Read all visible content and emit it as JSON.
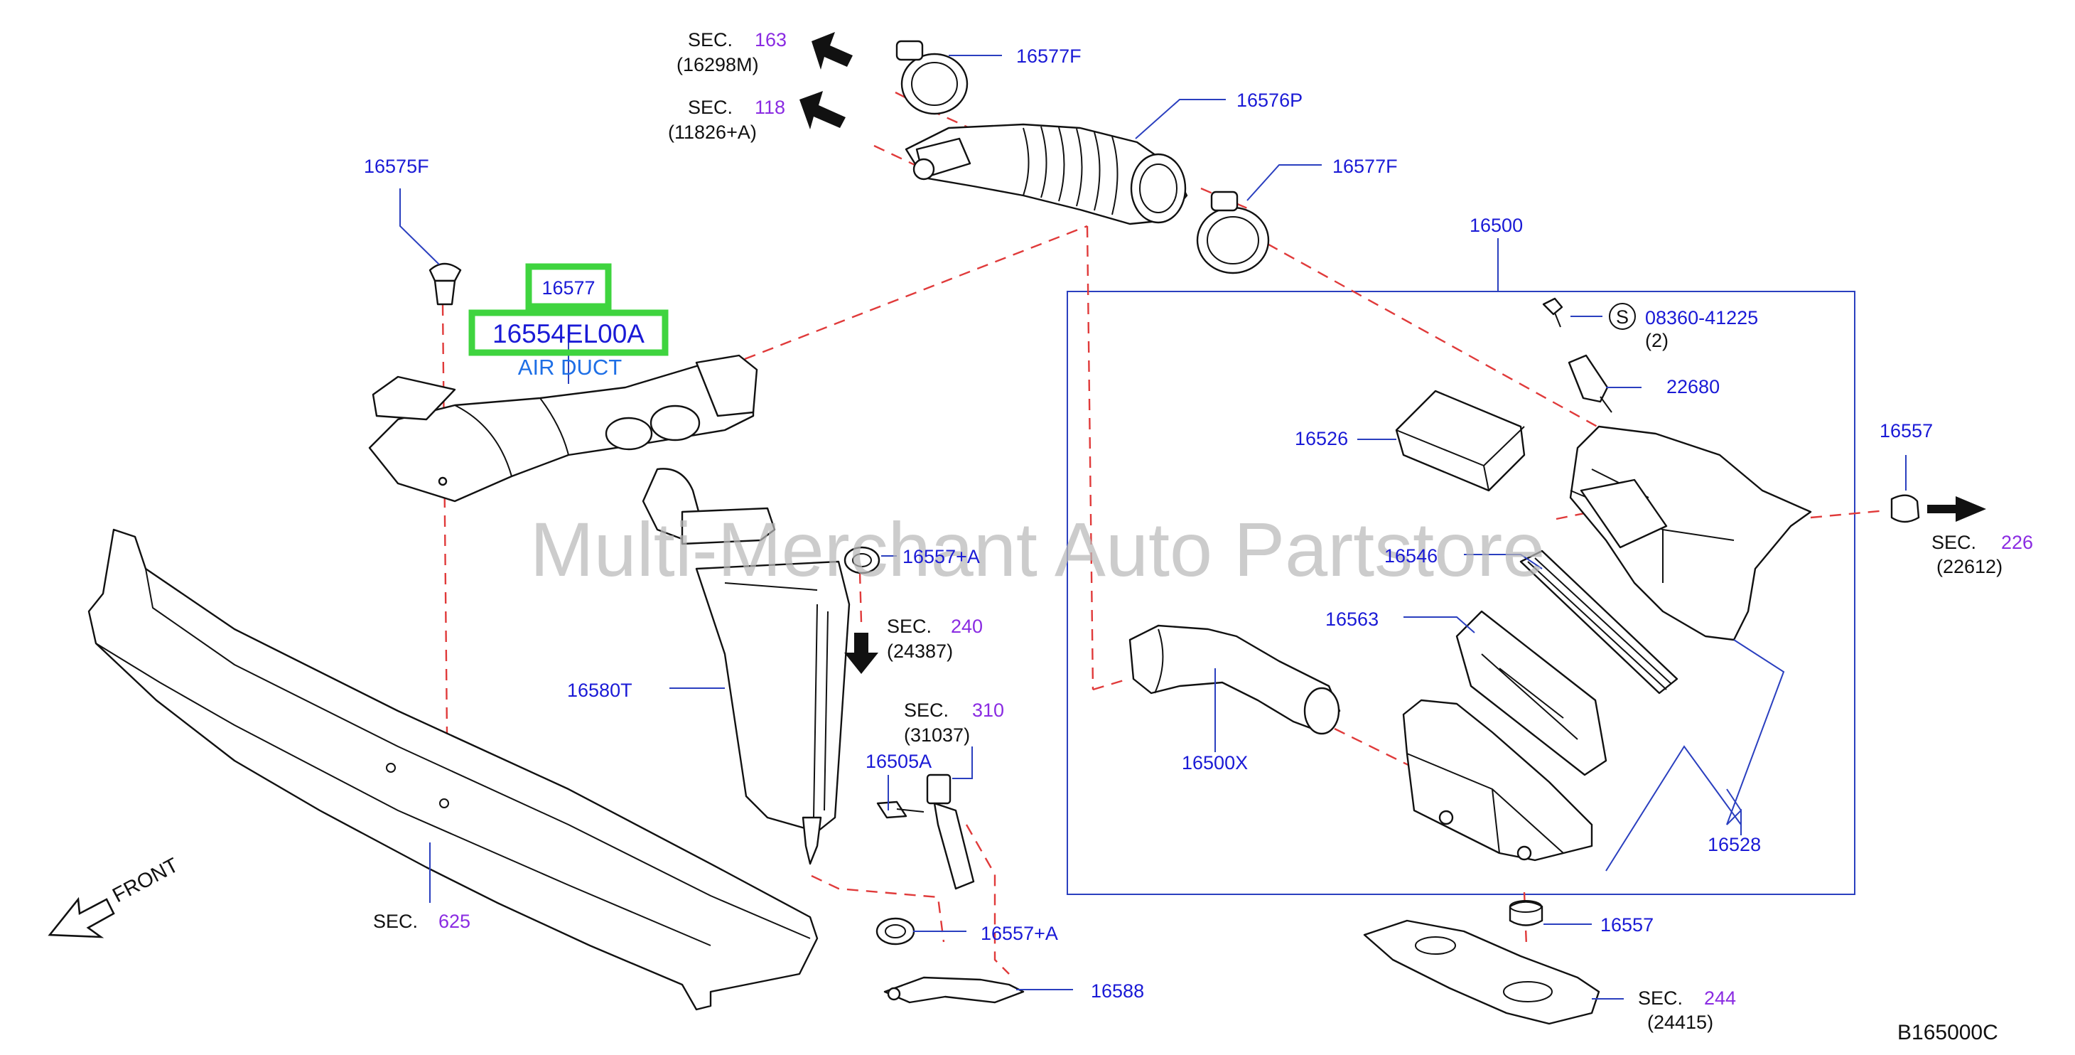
{
  "watermark": "Multi-Merchant Auto Partstore",
  "diagram_code": "B165000C",
  "front_label": "FRONT",
  "highlighted": {
    "part_ref": "16577",
    "part_number": "16554EL00A",
    "part_name": "AIR DUCT",
    "highlight_color": "#3fd43f"
  },
  "labels": {
    "p16577F_top": "16577F",
    "p16576P": "16576P",
    "p16577F_mid": "16577F",
    "p16575F": "16575F",
    "p16500": "16500",
    "p08360": "08360-41225",
    "p08360_qty": "(2)",
    "s_marker": "S",
    "p22680": "22680",
    "p16526": "16526",
    "p16557_right": "16557",
    "p16546": "16546",
    "p16557A_top": "16557+A",
    "p16563": "16563",
    "p16580T": "16580T",
    "p16500X": "16500X",
    "p16505A": "16505A",
    "p16528": "16528",
    "p16557_bottom": "16557",
    "p16557A_bottom": "16557+A",
    "p16588": "16588"
  },
  "sections": {
    "s163": {
      "prefix": "SEC.",
      "number": "163",
      "ref": "(16298M)"
    },
    "s118": {
      "prefix": "SEC.",
      "number": "118",
      "ref": "(11826+A)"
    },
    "s226": {
      "prefix": "SEC.",
      "number": "226",
      "ref": "(22612)"
    },
    "s240": {
      "prefix": "SEC.",
      "number": "240",
      "ref": "(24387)"
    },
    "s310": {
      "prefix": "SEC.",
      "number": "310",
      "ref": "(31037)"
    },
    "s625": {
      "prefix": "SEC.",
      "number": "625"
    },
    "s244": {
      "prefix": "SEC.",
      "number": "244",
      "ref": "(24415)"
    }
  },
  "colors": {
    "label": "#1a1ad6",
    "section_number": "#8a2be2",
    "dashed_line": "#e03a3a",
    "leader": "#2a3fbf"
  }
}
